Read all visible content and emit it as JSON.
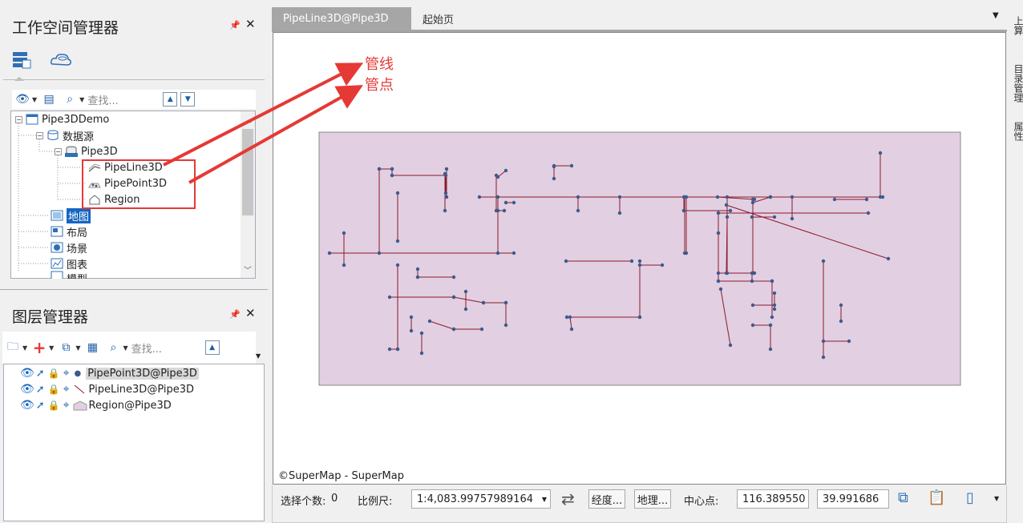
{
  "workspace": {
    "title": "工作空间管理器",
    "search_placeholder": "查找...",
    "tree": {
      "root": "Pipe3DDemo",
      "datasources": "数据源",
      "datasource": "Pipe3D",
      "dataset_line": "PipeLine3D",
      "dataset_point": "PipePoint3D",
      "dataset_region": "Region",
      "maps": "地图",
      "layouts": "布局",
      "scenes": "场景",
      "charts": "图表",
      "models": "模型"
    }
  },
  "layer_manager": {
    "title": "图层管理器",
    "search_placeholder": "查找...",
    "layers": [
      "PipePoint3D@Pipe3D",
      "PipeLine3D@Pipe3D",
      "Region@Pipe3D"
    ]
  },
  "tabs": [
    "PipeLine3D@Pipe3D",
    "起始页"
  ],
  "annotations": {
    "line": "管线",
    "point": "管点"
  },
  "map": {
    "copyright": "©SuperMap - SuperMap",
    "region_fill": "#e2cfe2",
    "pipe_color": "#8b1a2b",
    "node_color": "#3d5a8c"
  },
  "status": {
    "selected_label": "选择个数:",
    "selected_value": "0",
    "scale_label": "比例尺:",
    "scale_value": "1:4,083.99757989164",
    "longitude_btn": "经度...",
    "geo_btn": "地理...",
    "center_label": "中心点:",
    "center_x": "116.389550",
    "center_y": "39.991686"
  },
  "right_strip": [
    "上算",
    "目录管理",
    "属性"
  ]
}
